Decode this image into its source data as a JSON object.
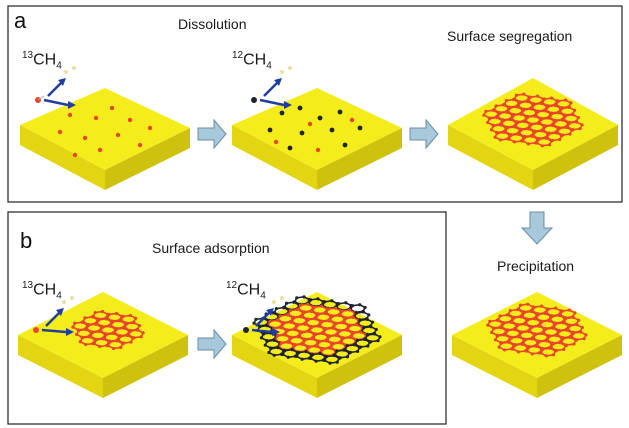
{
  "panel_a": {
    "letter": "a",
    "step1_title": "Dissolution",
    "step2_title": "Surface segregation",
    "step3_title": "Precipitation",
    "source1": {
      "mass": "13",
      "formula": "CH",
      "sub": "4"
    },
    "source2": {
      "mass": "12",
      "formula": "CH",
      "sub": "4"
    }
  },
  "panel_b": {
    "letter": "b",
    "title": "Surface adsorption",
    "source1": {
      "mass": "13",
      "formula": "CH",
      "sub": "4"
    },
    "source2": {
      "mass": "12",
      "formula": "CH",
      "sub": "4"
    }
  },
  "colors": {
    "substrate_top": "#f5ec1c",
    "substrate_side": "#d9cc10",
    "carbon13": "#e8452a",
    "carbon12": "#1f2430",
    "arrow": "#a8c8dc"
  }
}
